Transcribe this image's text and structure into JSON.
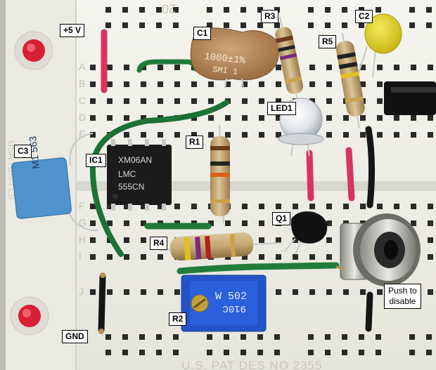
{
  "image": {
    "description_free": true,
    "labels": {
      "plus5v": "+5 V",
      "c1": "C1",
      "r3": "R3",
      "c2": "C2",
      "r5": "R5",
      "led1": "LED1",
      "r1": "R1",
      "c3": "C3",
      "ic1": "IC1",
      "q1": "Q1",
      "r4": "R4",
      "r2": "R2",
      "gnd": "GND",
      "push_line1": "Push to",
      "push_line2": "disable"
    },
    "printed": {
      "c1_marking_1": "1000±1%",
      "c1_marking_2": "SMI 1",
      "ic_line1": "XM06AN",
      "ic_line2": "LMC",
      "ic_line3": "555CN",
      "c3_marking": "M1 563",
      "pot_line1": "W 502",
      "pot_line2": "910C",
      "board_top": "20",
      "board_bottom": "U.S. PAT DES NO 2355",
      "row_letters_top": [
        "A",
        "B",
        "C",
        "D",
        "E"
      ],
      "row_letters_bottom": [
        "F",
        "G",
        "H",
        "I",
        "J"
      ]
    },
    "colors": {
      "board": "#f2f1ea",
      "rail_band": "#e9e8e0",
      "hole": "#2a2a2a",
      "green_wire": "#1f7a3a",
      "red_wire": "#d8345f",
      "black_wire": "#151515",
      "resistor_body": "#c9ad7d",
      "cap_c1": "#b5875a",
      "cap_c2": "#e2d31a",
      "cap_c3": "#4f93cc",
      "pot": "#2453c9",
      "ic": "#1b1b1b",
      "pin_silver": "#c8c8c8"
    }
  }
}
